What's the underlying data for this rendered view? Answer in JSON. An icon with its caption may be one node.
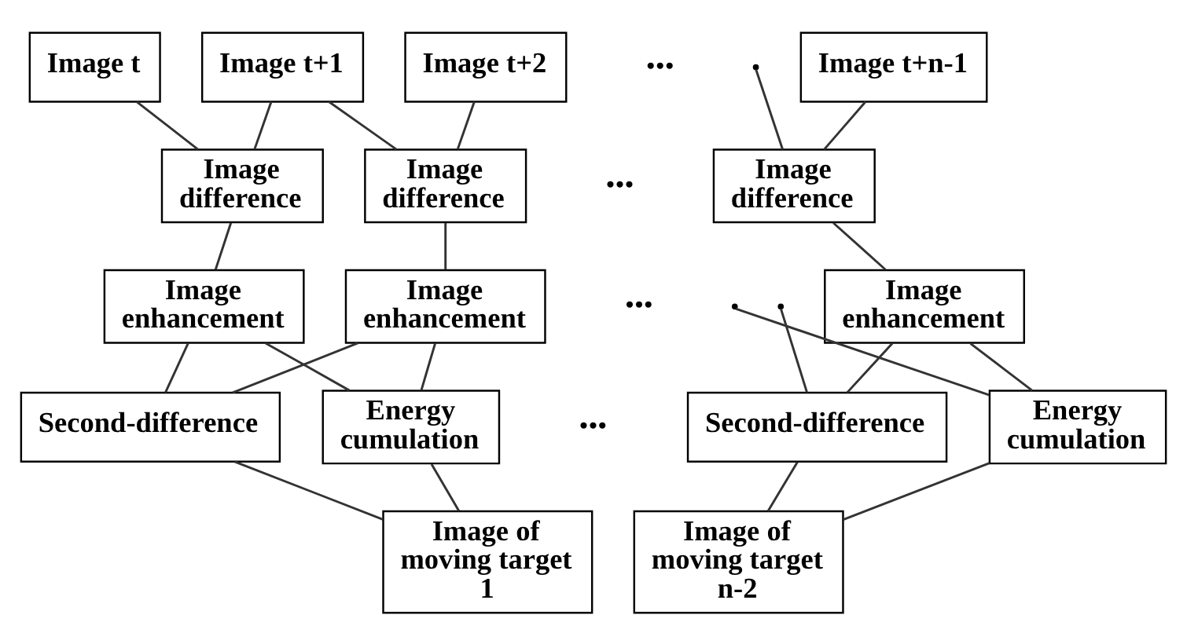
{
  "diagram": {
    "nodes": [
      {
        "text": [
          "Image t"
        ]
      },
      {
        "text": [
          "Image t+1"
        ]
      },
      {
        "text": [
          "Image t+2"
        ]
      },
      {
        "text": [
          "Image t+n-1"
        ]
      },
      {
        "text": [
          "Image difference"
        ]
      },
      {
        "text": [
          "Image difference"
        ]
      },
      {
        "text": [
          "Image difference"
        ]
      },
      {
        "text": [
          "Image enhancement"
        ]
      },
      {
        "text": [
          "Image enhancement"
        ]
      },
      {
        "text": [
          "Image enhancement"
        ]
      },
      {
        "text": [
          "Second-difference"
        ]
      },
      {
        "text": [
          "Energy cumulation"
        ]
      },
      {
        "text": [
          "Second-difference"
        ]
      },
      {
        "text": [
          "Energy cumulation"
        ]
      },
      {
        "text": [
          "Image of moving target 1"
        ]
      },
      {
        "text": [
          "Image of moving target n-2"
        ]
      }
    ],
    "edges": [
      {
        "from": 0,
        "to": 4,
        "arrow": "none"
      },
      {
        "from": 1,
        "to": 4,
        "arrow": "none"
      },
      {
        "from": 1,
        "to": 5,
        "arrow": "none"
      },
      {
        "from": 2,
        "to": 5,
        "arrow": "none"
      },
      {
        "from": null,
        "to": 6,
        "arrow": "none"
      },
      {
        "from": 3,
        "to": 6,
        "arrow": "none"
      },
      {
        "from": 4,
        "to": 7,
        "arrow": "none"
      },
      {
        "from": 5,
        "to": 8,
        "arrow": "none"
      },
      {
        "from": 6,
        "to": 9,
        "arrow": "none"
      },
      {
        "from": 7,
        "to": 10,
        "arrow": "none"
      },
      {
        "from": 7,
        "to": 11,
        "arrow": "none"
      },
      {
        "from": 8,
        "to": 10,
        "arrow": "none"
      },
      {
        "from": 8,
        "to": 11,
        "arrow": "none"
      },
      {
        "from": null,
        "to": 12,
        "arrow": "none"
      },
      {
        "from": null,
        "to": 13,
        "arrow": "none"
      },
      {
        "from": 9,
        "to": 12,
        "arrow": "none"
      },
      {
        "from": 9,
        "to": 13,
        "arrow": "none"
      },
      {
        "from": 10,
        "to": 14,
        "arrow": "none"
      },
      {
        "from": 11,
        "to": 14,
        "arrow": "none"
      },
      {
        "from": 12,
        "to": 15,
        "arrow": "none"
      },
      {
        "from": 13,
        "to": 15,
        "arrow": "none"
      }
    ],
    "labels": [
      "•••",
      "•••",
      "•••",
      "•••"
    ]
  }
}
